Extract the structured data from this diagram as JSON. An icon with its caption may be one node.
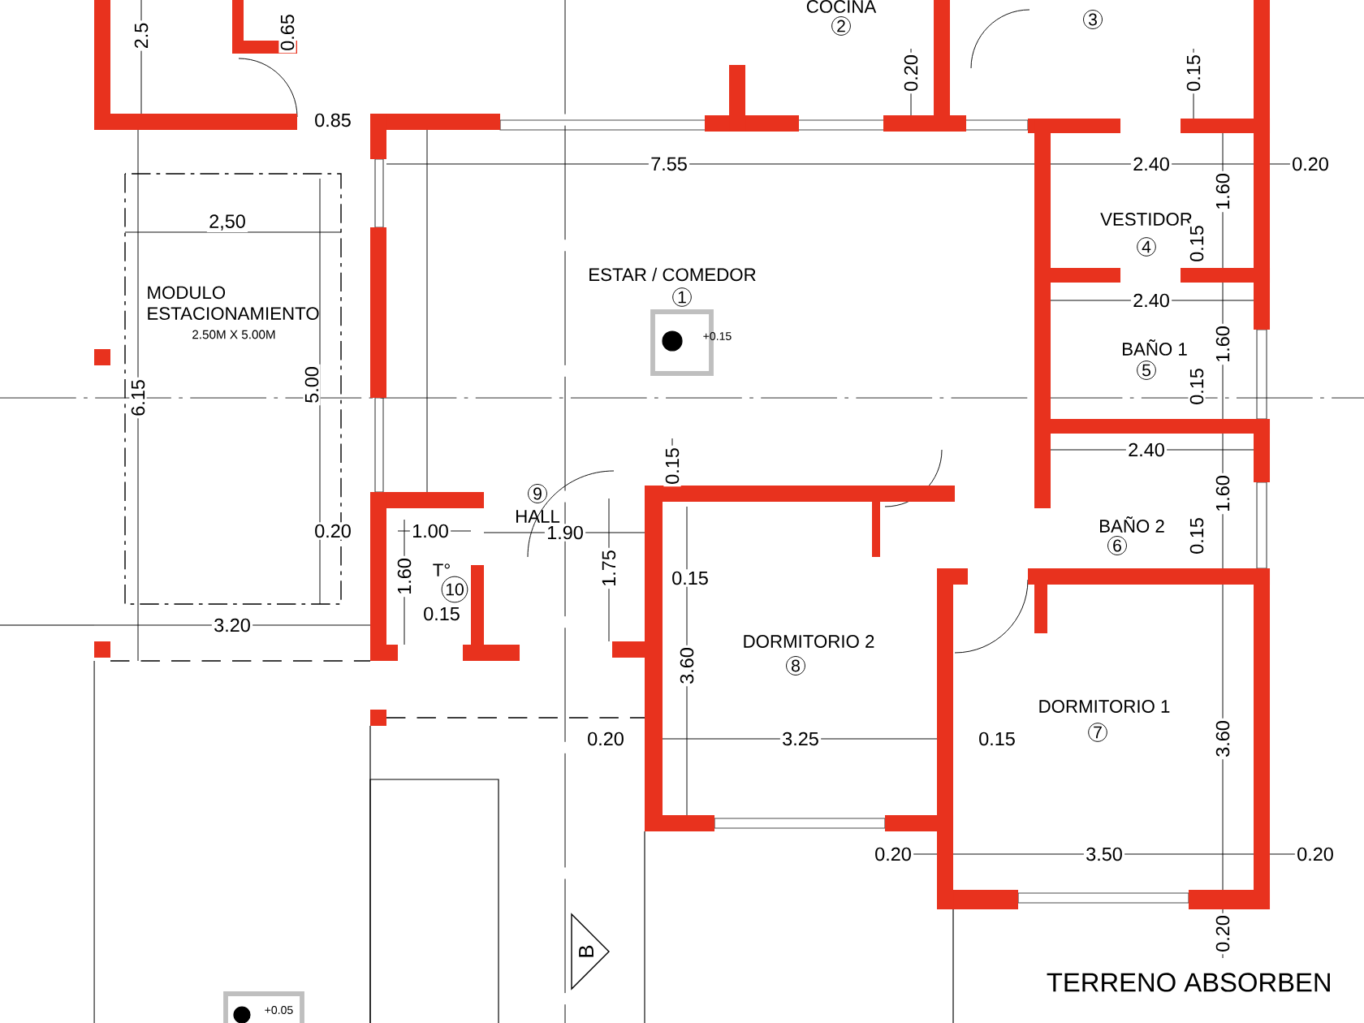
{
  "diagram": {
    "labels": [
      "2.5",
      "0.65",
      "COCINA",
      "2",
      "3",
      "0.20",
      "0.15",
      "0.85",
      "7.55",
      "2.40",
      "0.20",
      "2,50",
      "VESTIDOR",
      "0.15",
      "1.60",
      "4",
      "ESTAR / COMEDOR",
      "1",
      "MODULO ESTACIONAMIENTO",
      "2.50M X 5.00M",
      "2.40",
      "+0.15",
      "BAÑO 1",
      "1.60",
      "5",
      "6.15",
      "5.00",
      "0.15",
      "2.40",
      "0.15",
      "9",
      "1.60",
      "HALL",
      "0.20",
      "1.00",
      "1.90",
      "BAÑO 2",
      "6",
      "0.15",
      "T°",
      "1.60",
      "1.75",
      "0.15",
      "10",
      "0.15",
      "3.20",
      "DORMITORIO 2",
      "8",
      "3.60",
      "DORMITORIO 1",
      "7",
      "0.20",
      "3.25",
      "0.15",
      "3.60",
      "0.20",
      "3.50",
      "0.20",
      "0.20",
      "B",
      "TERRENO ABSORBEN",
      "+0.05"
    ]
  }
}
